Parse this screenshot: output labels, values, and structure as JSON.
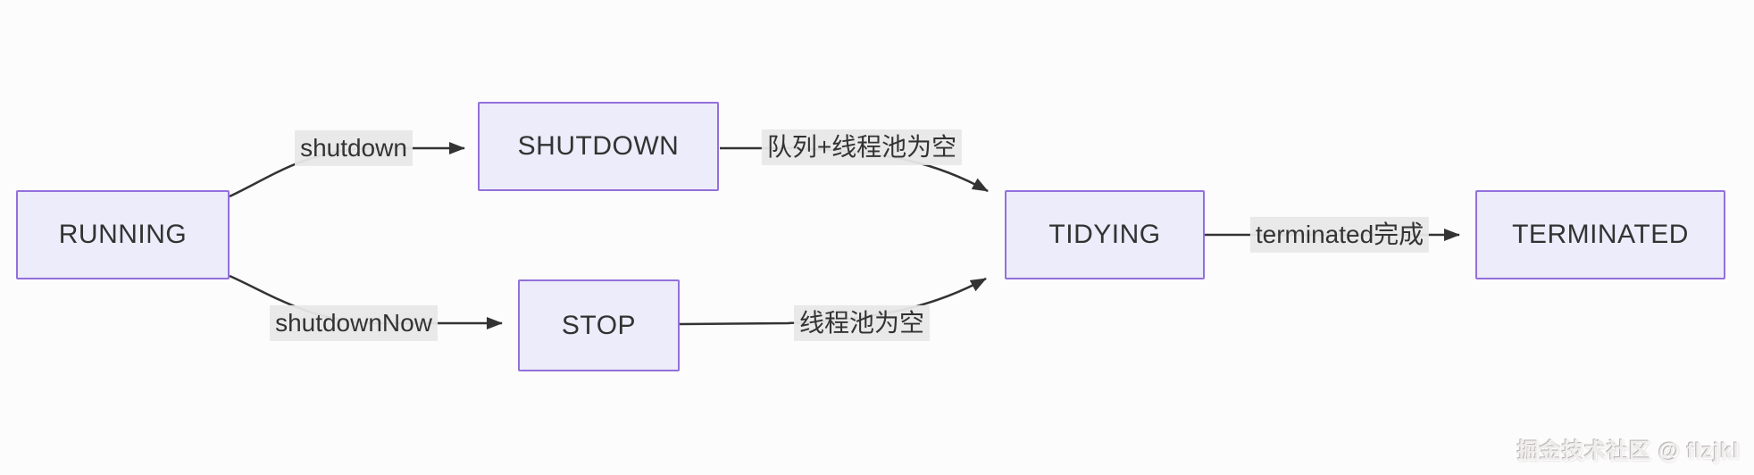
{
  "diagram": {
    "title_implied": "ThreadPoolExecutor state transitions",
    "nodes": {
      "running": {
        "label": "RUNNING"
      },
      "shutdown": {
        "label": "SHUTDOWN"
      },
      "stop": {
        "label": "STOP"
      },
      "tidying": {
        "label": "TIDYING"
      },
      "terminated": {
        "label": "TERMINATED"
      }
    },
    "edges": {
      "running_to_shutdown": {
        "label": "shutdown"
      },
      "running_to_stop": {
        "label": "shutdownNow"
      },
      "shutdown_to_tidying": {
        "label": "队列+线程池为空"
      },
      "stop_to_tidying": {
        "label": "线程池为空"
      },
      "tidying_to_terminated": {
        "label": "terminated完成"
      }
    },
    "colors": {
      "node_fill": "#ECECFA",
      "node_border": "#9370DB",
      "node_text": "#333333",
      "edge_line": "#333333",
      "edge_label_bg": "#e8e8e8",
      "background": "#fdfcfc"
    }
  },
  "watermark": {
    "text": "掘金技术社区 @ flzjkl"
  }
}
